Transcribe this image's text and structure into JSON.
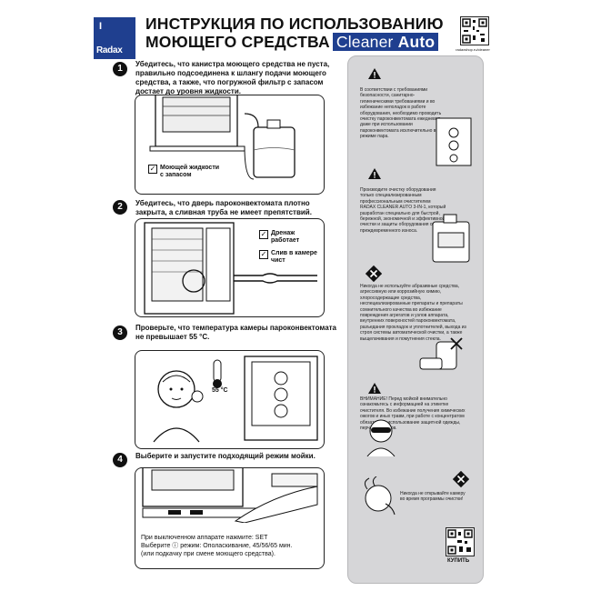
{
  "header": {
    "logo_text": "Radax",
    "logo_mark": "I",
    "title_line1": "ИНСТРУКЦИЯ ПО ИСПОЛЬЗОВАНИЮ",
    "title_line2": "МОЮЩЕГО СРЕДСТВА",
    "title_tag": "Cleaner",
    "title_tag_bold": "Auto",
    "qr_caption": "radaxshop.ru/cleaner",
    "brand_color": "#1f3f8f"
  },
  "steps": [
    {
      "number": "1",
      "text": "Убедитесь, что канистра моющего средства не пуста, правильно подсоединена к шлангу подачи моющего средства, а также, что погружной фильтр с запасом достает до уровня жидкости.",
      "checks": [
        {
          "label": "Моющей жидкости с запасом"
        }
      ]
    },
    {
      "number": "2",
      "text": "Убедитесь, что дверь пароконвектомата плотно закрыта, а сливная труба не имеет препятствий.",
      "checks": [
        {
          "label": "Дренаж работает"
        },
        {
          "label": "Слив в камере чист"
        }
      ]
    },
    {
      "number": "3",
      "text": "Проверьте, что температура камеры пароконвектомата не превышает 55 °С.",
      "temp_label": "55 °С"
    },
    {
      "number": "4",
      "text": "Выберите и запустите подходящий режим мойки.",
      "footer": [
        "При выключенном аппарате нажмите: SET",
        "Выберите ⓘ режим: Ополаскивание, 45/56/65 мин.",
        "(или подкачку при смене моющего средства)."
      ]
    }
  ],
  "sidebar": {
    "blocks": [
      {
        "icon": "warning-icon",
        "text": "В соответствии с требованиями безопасности, санитарно-гигиеническими требованиями и во избежание неполадок в работе оборудования, необходимо проводить очистку пароконвектомата ежедневно даже при использовании пароконвектомата исключительно в режиме пара."
      },
      {
        "icon": "warning-icon",
        "text": "Производите очистку оборудования только специализированным профессиональным очистителем RADAX CLEANER AUTO 3-IN-1, который разработан специально для быстрой, бережной, экономичной и эффективной очистки и защиты оборудования от преждевременного износа."
      },
      {
        "icon": "prohibited-icon",
        "text": "Никогда не используйте абразивные средства, агрессивную или коррозийную химию, хлоросодержащие средства, неспециализированные препараты и препараты сомнительного качества во избежание повреждения агрегатов и узлов аппарата, внутренних поверхностей пароконвектомата, разъедания прокладок и уплотнителей, выхода из строя системы автоматической очистки, а также выщелачивания и помутнения стекла."
      },
      {
        "icon": "warning-icon",
        "text": "ВНИМАНИЕ! Перед мойкой внимательно ознакомьтесь с информацией на этикетке очистителя. Во избежание получения химических ожогов и иных травм, при работе с концентратом обязательно использование защитной одежды, перчаток и очков."
      },
      {
        "icon": "prohibited-icon",
        "text": "Никогда не открывайте камеру во время программы очистки!"
      }
    ],
    "buy_label": "КУПИТЬ"
  }
}
